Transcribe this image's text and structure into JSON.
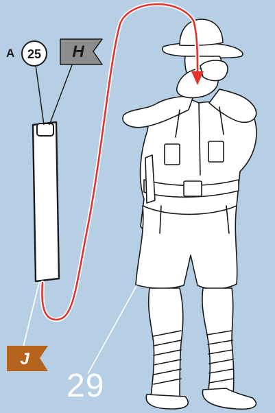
{
  "callouts": {
    "part_prefix": "A",
    "part_number": "25",
    "flag_top_letter": "H",
    "flag_bottom_letter": "J"
  },
  "step": {
    "number": "29"
  },
  "colors": {
    "background": "#b7cfe5",
    "arrow": "#e3322b",
    "flag_top": "#8c8c8c",
    "flag_bottom": "#b5631d",
    "outline": "#1a1a1a"
  },
  "icons": {
    "figure": "soldier-figure-icon",
    "part": "strip-part-icon",
    "arrow": "placement-arrow-icon"
  }
}
